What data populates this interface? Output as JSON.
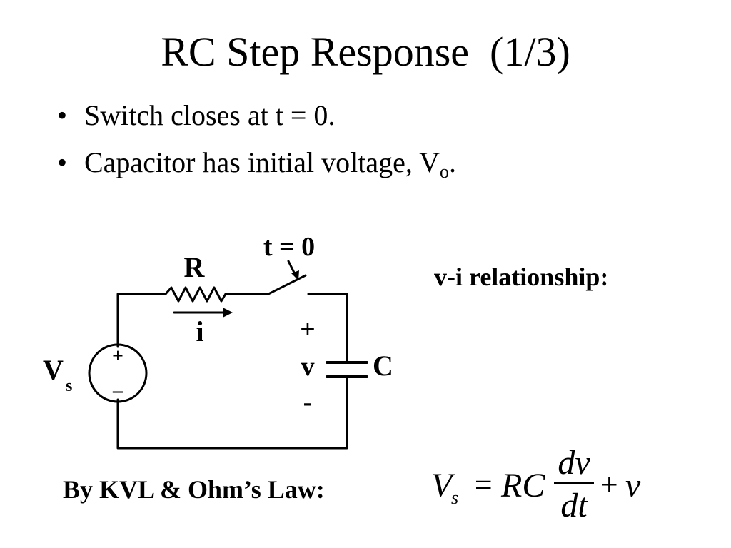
{
  "slide": {
    "title": "RC Step Response  (1/3)",
    "bullets": [
      {
        "text": "Switch closes at t = 0."
      },
      {
        "text": "Capacitor has initial voltage, V",
        "sub": "o",
        "suffix": "."
      }
    ],
    "vi_label": "v-i relationship:",
    "kvl_label": "By KVL & Ohm’s Law:"
  },
  "circuit": {
    "resistor_label": "R",
    "current_label": "i",
    "switch_label": "t = 0",
    "source_label": "V",
    "source_sub": "s",
    "source_plus": "+",
    "source_minus": "–",
    "cap_plus": "+",
    "cap_voltage": "v",
    "cap_minus": "-",
    "cap_label": "C"
  },
  "equation": {
    "lhs": "V",
    "lhs_sub": "s",
    "equals": "=",
    "coef": "RC",
    "numerator": "dv",
    "denominator": "dt",
    "plus": "+",
    "term": "v"
  }
}
